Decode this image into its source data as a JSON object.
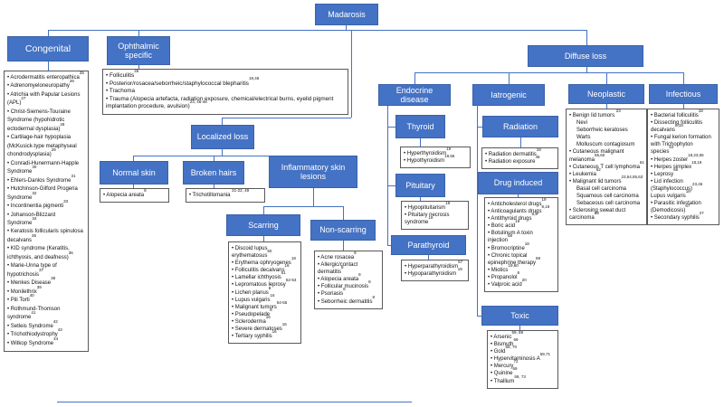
{
  "colors": {
    "accent": "#4472C4",
    "line": "#4472C4",
    "list_border": "#595959"
  },
  "root": {
    "label": "Madarosis"
  },
  "congenital": {
    "label": "Congenital",
    "items": [
      {
        "t": "Acrodermatitis enteropathica",
        "s": "25"
      },
      {
        "t": "Adrenomyeloneuropathy",
        "s": "26"
      },
      {
        "t": "Atrichia with Papular Lesions (APL)",
        "s": "27"
      },
      {
        "t": "Christ-Siemens-Touraine Syndrome (hypohidrotic ectodermal dysplasia)",
        "s": "28"
      },
      {
        "t": "Cartilage-hair hypoplasia (McKusick-type metaphyseal chondrodysplasia)",
        "s": "29"
      },
      {
        "t": "Conradi-Hunermann-Happle Syndrome",
        "s": "30"
      },
      {
        "t": "Ehlers-Danlos Syndrome",
        "s": "31"
      },
      {
        "t": "Hutchinson-Gilford Progeria Syndrome",
        "s": "32"
      },
      {
        "t": "Incontinentia pigmenti",
        "s": "33"
      },
      {
        "t": "Johanson-Blizzard Syndrome",
        "s": "34"
      },
      {
        "t": "Keratosis follicularis spinulosa decalvans",
        "s": "35"
      },
      {
        "t": "KID syndrome (Keratitis, ichthyosis, and deafness)",
        "s": "36"
      },
      {
        "t": "Marie-Unna type of hypotrichosis",
        "s": "37"
      },
      {
        "t": "Menkes Disease",
        "s": "38"
      },
      {
        "t": "Monilethrix",
        "s": "39"
      },
      {
        "t": "Pili Torti",
        "s": "40"
      },
      {
        "t": "Rothmund-Thomson syndrome",
        "s": "41"
      },
      {
        "t": "Setleis Syndrome",
        "s": "42"
      },
      {
        "t": "Trichothiodystrophy",
        "s": "43"
      },
      {
        "t": "Witkop Syndrome",
        "s": "44"
      }
    ]
  },
  "ophthalmic": {
    "label": "Ophthalmic specific",
    "items": [
      {
        "t": "Folliculitis",
        "s": "45"
      },
      {
        "t": "Posterior/rosacea/seborrheic/staphylococcal blepharitis",
        "s": "19,46"
      },
      {
        "t": "Trachoma"
      },
      {
        "t": "Trauma (Alopecia artefacta, radiation exposure, chemical/electrical burns, eyelid pigment implantation procedure, avulsion)",
        "s": "23, 46-48"
      }
    ]
  },
  "localized": {
    "label": "Localized loss",
    "normal_skin": {
      "label": "Normal skin",
      "items": [
        {
          "t": "Alopecia areata",
          "s": "8"
        }
      ]
    },
    "broken_hairs": {
      "label": "Broken hairs",
      "items": [
        {
          "t": "Trichotillomania ",
          "s": "21-22, 49"
        }
      ]
    },
    "inflammatory": {
      "label": "Inflammatory skin lesions",
      "scarring": {
        "label": "Scarring",
        "items": [
          {
            "t": "Discoid lupus erythematosus",
            "s": "50"
          },
          {
            "t": "Erythema ophryogenes",
            "s": "18"
          },
          {
            "t": "Folliculitis decalvans",
            "s": "16"
          },
          {
            "t": "Lamellar ichthyosis",
            "s": "51"
          },
          {
            "t": "Lepromatous leprosy",
            "s": "52-53"
          },
          {
            "t": "Lichen planus",
            "s": "8"
          },
          {
            "t": "Lupus vulgaris",
            "s": "16"
          },
          {
            "t": "Malignant tumors",
            "s": "54-55"
          },
          {
            "t": "Pseudopelade",
            "s": "8"
          },
          {
            "t": "Scleroderma",
            "s": "16"
          },
          {
            "t": "Severe dermatoses",
            "s": "16"
          },
          {
            "t": "Tertiary syphilis",
            "s": "16"
          }
        ]
      },
      "non_scarring": {
        "label": "Non-scarring",
        "items": [
          {
            "t": "Acne rosacea",
            "s": "8"
          },
          {
            "t": "Allergic/contact dermatitis",
            "s": "8"
          },
          {
            "t": "Alopecia areata",
            "s": "8"
          },
          {
            "t": "Follicular mucinosis",
            "s": "8"
          },
          {
            "t": "Psoriasis",
            "s": "8"
          },
          {
            "t": "Seborrheic dermatitis",
            "s": "8"
          }
        ]
      }
    }
  },
  "diffuse": {
    "label": "Diffuse loss",
    "endocrine": {
      "label": "Endocrine disease",
      "thyroid": {
        "label": "Thyroid",
        "items": [
          {
            "t": "Hyperthyroidism",
            "s": "19"
          },
          {
            "t": "Hypothyroidism",
            "s": "19,56"
          }
        ]
      },
      "pituitary": {
        "label": "Pituitary",
        "items": [
          {
            "t": "Hypopituitarism",
            "s": "19"
          },
          {
            "t": "Pituitary necrosis syndrome",
            "s": "19"
          }
        ]
      },
      "parathyroid": {
        "label": "Parathyroid",
        "items": [
          {
            "t": "Hyperparathyroidism",
            "s": "57"
          },
          {
            "t": "Hypoparathyroidism ",
            "s": "19"
          }
        ]
      }
    },
    "iatrogenic": {
      "label": "Iatrogenic",
      "radiation": {
        "label": "Radiation",
        "items": [
          {
            "t": "Radiation dermatitis",
            "s": "19"
          },
          {
            "t": "Radiation exposure",
            "s": "46"
          }
        ]
      },
      "drug_induced": {
        "label": "Drug induced",
        "items": [
          {
            "t": "Anticholesterol drugs",
            "s": "19"
          },
          {
            "t": "Anticoagulants drugs",
            "s": "8,19"
          },
          {
            "t": "Antithyroid drugs",
            "s": "8,9"
          },
          {
            "t": "Boric acid",
            "s": "19"
          },
          {
            "t": "Botulinum A toxin injection",
            "s": "58"
          },
          {
            "t": "Bromocriptine",
            "s": "18"
          },
          {
            "t": "Chronic topical epinephrine therapy",
            "s": "59"
          },
          {
            "t": "Miotics",
            "s": "19,60"
          },
          {
            "t": "Propanolol",
            "s": "8"
          },
          {
            "t": "Valproic acid",
            "s": "20"
          }
        ]
      },
      "toxic": {
        "label": "Toxic",
        "items": [
          {
            "t": "Arsenic",
            "s": "59, 69"
          },
          {
            "t": "Bismuth",
            "s": "69"
          },
          {
            "t": "Gold",
            "s": "69, 70"
          },
          {
            "t": "Hypervitaminosis A",
            "s": "59,71"
          },
          {
            "t": "Mercury",
            "s": "72"
          },
          {
            "t": "Quinine",
            "s": "69"
          },
          {
            "t": "Thallium",
            "s": "59, 73"
          }
        ]
      }
    },
    "neoplastic": {
      "label": "Neoplastic",
      "items": [
        {
          "t": "Benign lid tumors ",
          "s": "23"
        },
        {
          "t": "Nevi",
          "indent": true
        },
        {
          "t": "Seborrheic keratoses",
          "indent": true
        },
        {
          "t": "Warts",
          "indent": true
        },
        {
          "t": "Molluscum contagiosum",
          "indent": true
        },
        {
          "t": "Cutaneous malignant melanoma",
          "s": "55,60"
        },
        {
          "t": "Cutaneous T cell lymphoma",
          "s": "61"
        },
        {
          "t": "Leukemia",
          "s": "62"
        },
        {
          "t": "Malignant lid tumors",
          "s": "23,54,55,63"
        },
        {
          "t": "Basal cell carcinoma",
          "indent": true
        },
        {
          "t": "Squamous cell carcinoma",
          "indent": true
        },
        {
          "t": "Sebaceous cell carcinoma",
          "indent": true
        },
        {
          "t": "Sclerosing sweat duct carcinoma",
          "s": "63"
        }
      ]
    },
    "infectious": {
      "label": "Infectious",
      "items": [
        {
          "t": "Bacterial folliculitis",
          "s": "18"
        },
        {
          "t": "Dissecting folliculitis decalvans",
          "s": "8,18"
        },
        {
          "t": "Fungal kerion formation with Trichophyton species",
          "s": "64"
        },
        {
          "t": "Herpes zoster",
          "s": "18,23,65"
        },
        {
          "t": "Herpes simplex",
          "s": "18,19"
        },
        {
          "t": "Leprosy",
          "s": "66"
        },
        {
          "t": "Lid infection (Staphylococcus)",
          "s": "23,46"
        },
        {
          "t": "Lupus vulgaris",
          "s": "18",
          "cont": true
        },
        {
          "t": "Parasitic infestation (Demodicosis)",
          "s": "67"
        },
        {
          "t": "Secondary syphilis",
          "s": "27"
        }
      ]
    }
  }
}
